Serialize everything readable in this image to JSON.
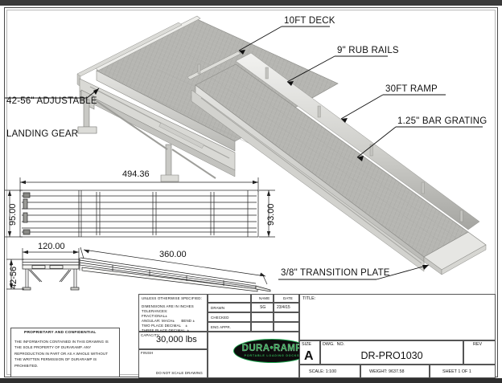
{
  "drawing": {
    "callouts": [
      {
        "id": "deck",
        "text": "10FT DECK"
      },
      {
        "id": "rub_rails",
        "text": "9\" RUB RAILS"
      },
      {
        "id": "ramp",
        "text": "30FT RAMP"
      },
      {
        "id": "bar_grating",
        "text": "1.25\" BAR GRATING"
      },
      {
        "id": "landing_gear_line1",
        "text": "42-56\" ADJUSTABLE"
      },
      {
        "id": "landing_gear_line2",
        "text": "LANDING GEAR"
      },
      {
        "id": "transition_plate",
        "text": "3/8\" TRANSITION PLATE"
      }
    ],
    "dimensions": {
      "plan_overall_length": "494.36",
      "plan_width_left": "95.00",
      "plan_width_right": "93.00",
      "side_deck_length": "120.00",
      "side_ramp_length": "360.00",
      "side_height_range": "42-56\""
    }
  },
  "title_block": {
    "notes_header": "UNLESS OTHERWISE SPECIFIED:",
    "notes_lines": [
      "DIMENSIONS ARE IN INCHES",
      "TOLERANCES:",
      "FRACTIONAL±",
      "ANGULAR: MACH±      BEND ±",
      "TWO PLACE DECIMAL    ±",
      "THREE PLACE DECIMAL  ±"
    ],
    "capacity_label": "CAPACITY:",
    "capacity_value": "30,000 lbs",
    "finish_label": "FINISH",
    "do_not_scale": "DO NOT SCALE DRAWING",
    "proprietary_header": "PROPRIETARY AND CONFIDENTIAL",
    "proprietary_body": "THE INFORMATION CONTAINED IN THIS DRAWING IS THE SOLE PROPERTY OF DURARAMP.  ANY REPRODUCTION IN PART OR AS A WHOLE WITHOUT THE WRITTEN PERMISSION OF DURARAMP IS PROHIBITED.",
    "approval_table": {
      "col_name": "NAME",
      "col_date": "DATE",
      "rows": [
        {
          "role": "DRAWN",
          "name": "SG",
          "date": "23/4/15"
        },
        {
          "role": "CHECKED",
          "name": "",
          "date": ""
        },
        {
          "role": "ENG APPR.",
          "name": "",
          "date": ""
        }
      ]
    },
    "title_label": "TITLE:",
    "title_value": "",
    "size_label": "SIZE",
    "size_value": "A",
    "dwg_no_label": "DWG.  NO.",
    "dwg_no_value": "DR-PRO1030",
    "rev_label": "REV",
    "rev_value": "",
    "scale": "SCALE: 1:100",
    "weight": "WEIGHT: 9637.58",
    "sheet": "SHEET 1 OF 1",
    "logo": {
      "name": "DURA•RAMP",
      "tagline": "PORTABLE LOADING DOCKS",
      "color": "#2fae53",
      "background": "#0d0d0d"
    }
  }
}
